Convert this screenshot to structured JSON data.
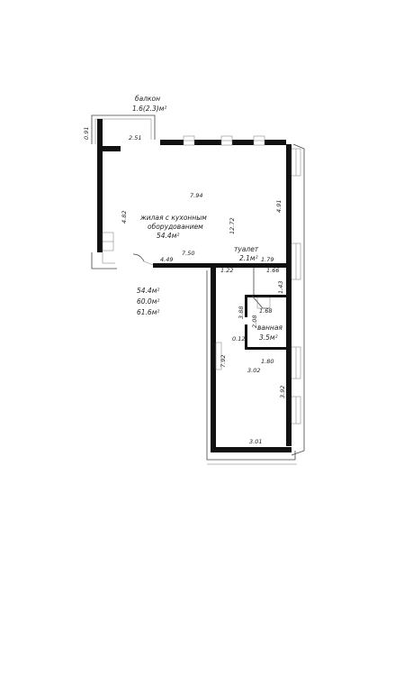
{
  "colors": {
    "wall": "#111111",
    "line": "#444444",
    "text": "#222222",
    "background": "#ffffff"
  },
  "rooms": {
    "balcony": {
      "name": "балкон",
      "area": "1.6(2.3)м²"
    },
    "living": {
      "name_line1": "жилая с кухонным",
      "name_line2": "оборудованием",
      "area": "54.4м²"
    },
    "toilet": {
      "name": "туалет",
      "area": "2.1м²"
    },
    "bathroom": {
      "name": "ванная",
      "area": "3.5м²"
    }
  },
  "totals": [
    "54.4м²",
    "60.0м²",
    "61.6м²"
  ],
  "dimensions": {
    "d_091": "0.91",
    "d_251": "2.51",
    "d_794": "7.94",
    "d_491": "4.91",
    "d_482": "4.82",
    "d_1272": "12.72",
    "d_750": "7.50",
    "d_449": "4.49",
    "d_179": "1.79",
    "d_122": "1.22",
    "d_166": "1.66",
    "d_143": "1.43",
    "d_388": "3.88",
    "d_168": "1.68",
    "d_208": "2.08",
    "d_012": "0.12",
    "d_180": "1.80",
    "d_792": "7.92",
    "d_302": "3.02",
    "d_392": "3.92",
    "d_301": "3.01"
  }
}
